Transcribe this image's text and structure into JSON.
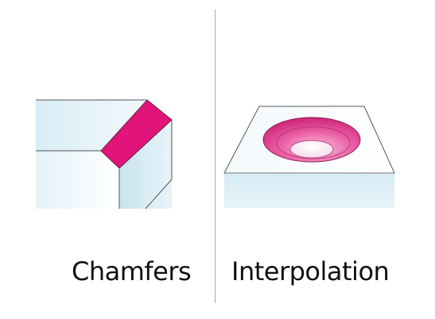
{
  "panels": [
    {
      "id": "chamfers",
      "caption": "Chamfers"
    },
    {
      "id": "interpolation",
      "caption": "Interpolation"
    }
  ],
  "colors": {
    "accent": "#e0147a",
    "surface": "#e3f1f8",
    "outline": "#555555",
    "divider": "#a9a9a9",
    "text": "#111111"
  },
  "icons": [
    "chamfered-block-icon",
    "interpolated-pocket-icon"
  ]
}
